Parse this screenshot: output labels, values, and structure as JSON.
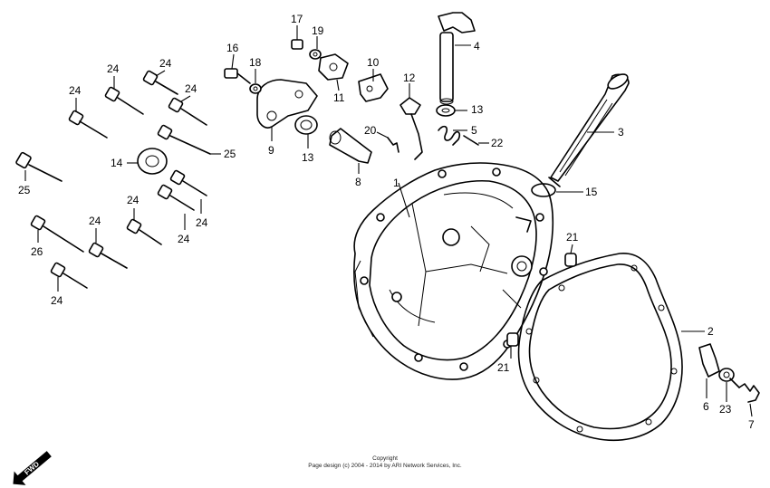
{
  "diagram": {
    "callouts": [
      {
        "id": "c1",
        "text": "1"
      },
      {
        "id": "c2",
        "text": "2"
      },
      {
        "id": "c3",
        "text": "3"
      },
      {
        "id": "c4",
        "text": "4"
      },
      {
        "id": "c5",
        "text": "5"
      },
      {
        "id": "c6",
        "text": "6"
      },
      {
        "id": "c7",
        "text": "7"
      },
      {
        "id": "c8",
        "text": "8"
      },
      {
        "id": "c9",
        "text": "9"
      },
      {
        "id": "c10",
        "text": "10"
      },
      {
        "id": "c11",
        "text": "11"
      },
      {
        "id": "c12",
        "text": "12"
      },
      {
        "id": "c13a",
        "text": "13"
      },
      {
        "id": "c13b",
        "text": "13"
      },
      {
        "id": "c14",
        "text": "14"
      },
      {
        "id": "c15",
        "text": "15"
      },
      {
        "id": "c16",
        "text": "16"
      },
      {
        "id": "c17",
        "text": "17"
      },
      {
        "id": "c18",
        "text": "18"
      },
      {
        "id": "c19",
        "text": "19"
      },
      {
        "id": "c20",
        "text": "20"
      },
      {
        "id": "c21a",
        "text": "21"
      },
      {
        "id": "c21b",
        "text": "21"
      },
      {
        "id": "c22",
        "text": "22"
      },
      {
        "id": "c23",
        "text": "23"
      },
      {
        "id": "c24a",
        "text": "24"
      },
      {
        "id": "c24b",
        "text": "24"
      },
      {
        "id": "c24c",
        "text": "24"
      },
      {
        "id": "c24d",
        "text": "24"
      },
      {
        "id": "c24e",
        "text": "24"
      },
      {
        "id": "c24f",
        "text": "24"
      },
      {
        "id": "c24g",
        "text": "24"
      },
      {
        "id": "c24h",
        "text": "24"
      },
      {
        "id": "c24i",
        "text": "24"
      },
      {
        "id": "c25a",
        "text": "25"
      },
      {
        "id": "c25b",
        "text": "25"
      },
      {
        "id": "c26",
        "text": "26"
      }
    ],
    "fwd_label": "FWD"
  },
  "footer": {
    "line1": "Copyright",
    "line2": "Page design (c) 2004 - 2014 by ARI Network Services, Inc."
  }
}
